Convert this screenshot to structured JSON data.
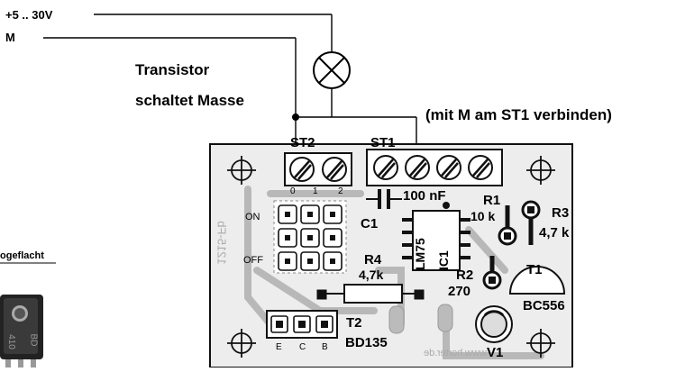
{
  "supply": {
    "plus_label": "+5 .. 30V",
    "ground_label": "M"
  },
  "annotation": {
    "line1": "Transistor",
    "line2": "schaltet Masse",
    "connect_note": "(mit M am ST1 verbinden)"
  },
  "side": {
    "flattened_label": "ogeflacht",
    "body_print_a": "410",
    "body_print_b": "BD"
  },
  "board": {
    "st2_label": "ST2",
    "st2_pins": [
      "0",
      "1",
      "2"
    ],
    "st1_label": "ST1",
    "c1_value": "100 nF",
    "c1_label": "C1",
    "r1_label": "R1",
    "r1_value": "10 k",
    "r3_label": "R3",
    "r3_value": "4,7 k",
    "ic1_type": "LM75",
    "ic1_label": "IC1",
    "r4_label": "R4",
    "r4_value": "4,7k",
    "r2_label": "R2",
    "r2_value": "270",
    "t1_label": "T1",
    "t1_type": "BC556",
    "t2_label": "T2",
    "t2_type": "BD135",
    "t2_pins": [
      "E",
      "C",
      "B"
    ],
    "v1_label": "V1",
    "on_label": "ON",
    "off_label": "OFF",
    "mirror_label": "1215-Fb",
    "mirror_url": "www.horter.de"
  }
}
